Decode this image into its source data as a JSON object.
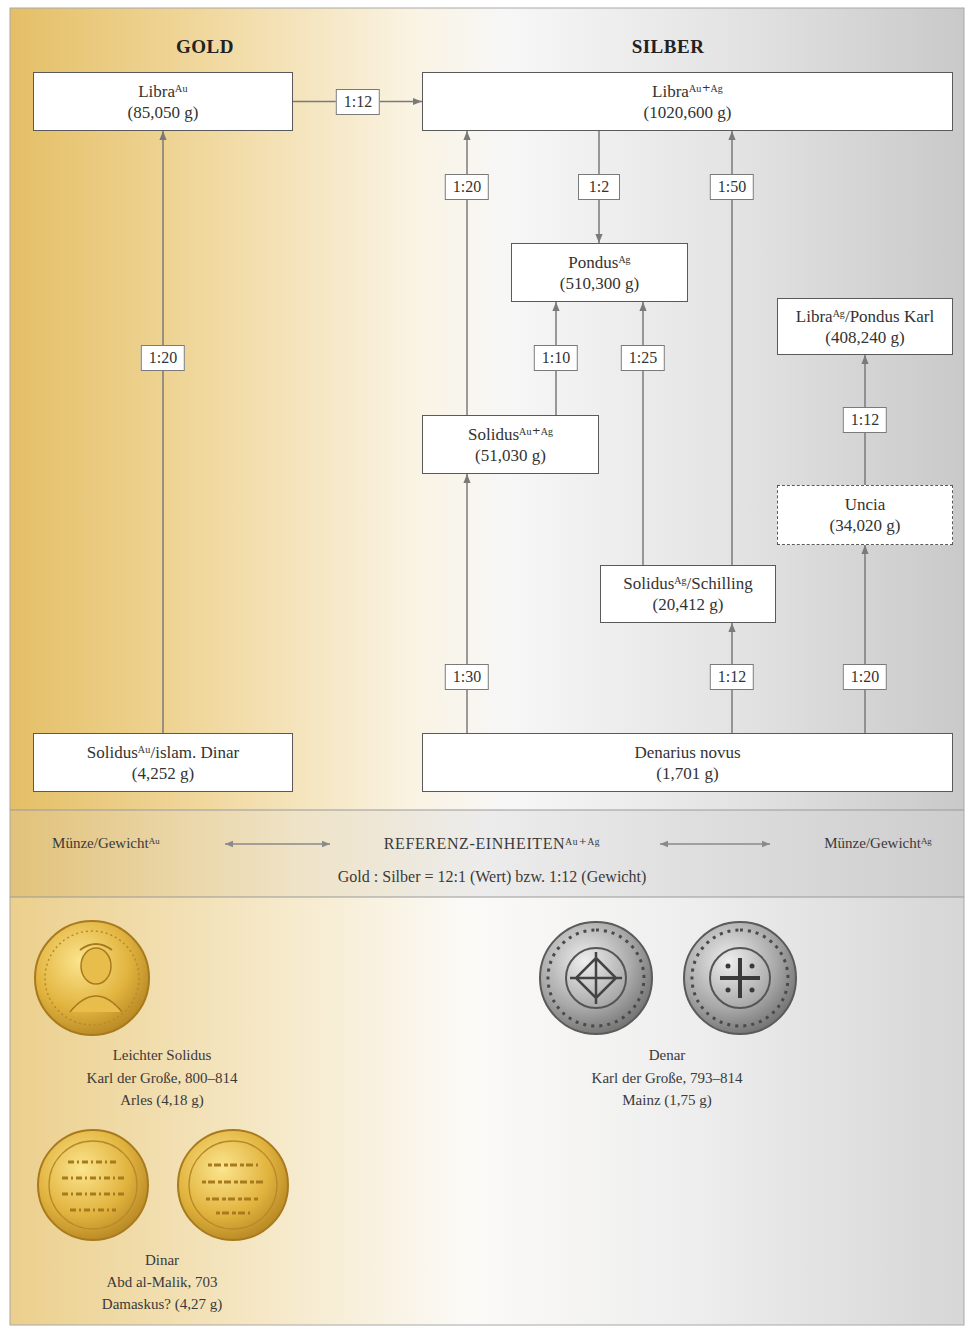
{
  "diagram": {
    "nodes": [
      {
        "text": [
          "Libraᴬᵘ",
          "(85,050 g)"
        ]
      },
      {
        "text": [
          "Libraᴬᵘ⁺ᴬᵍ",
          "(1020,600 g)"
        ]
      },
      {
        "text": [
          "Pondusᴬᵍ",
          "(510,300 g)"
        ]
      },
      {
        "text": [
          "Libraᴬᵍ/Pondus Karl",
          "(408,240 g)"
        ]
      },
      {
        "text": [
          "Solidusᴬᵘ⁺ᴬᵍ",
          "(51,030 g)"
        ]
      },
      {
        "text": [
          "Uncia",
          "(34,020 g)"
        ]
      },
      {
        "text": [
          "Solidusᴬᵍ/Schilling",
          "(20,412 g)"
        ]
      },
      {
        "text": [
          "Solidusᴬᵘ/islam. Dinar",
          "(4,252 g)"
        ]
      },
      {
        "text": [
          "Denarius novus",
          "(1,701 g)"
        ]
      }
    ],
    "edges": [
      {
        "from": 0,
        "to": 1,
        "label": "1:12",
        "arrow": "to"
      },
      {
        "from": 7,
        "to": 0,
        "label": "1:20",
        "arrow": "to"
      },
      {
        "from": 4,
        "to": 1,
        "label": "1:20",
        "arrow": "to"
      },
      {
        "from": 1,
        "to": 2,
        "label": "1:2",
        "arrow": "to"
      },
      {
        "from": 6,
        "to": 1,
        "label": "1:50",
        "arrow": "to"
      },
      {
        "from": 4,
        "to": 2,
        "label": "1:10",
        "arrow": "to"
      },
      {
        "from": 6,
        "to": 2,
        "label": "1:25",
        "arrow": "to"
      },
      {
        "from": 8,
        "to": 4,
        "label": "1:30",
        "arrow": "to"
      },
      {
        "from": 8,
        "to": 6,
        "label": "1:12",
        "arrow": "to"
      },
      {
        "from": 8,
        "to": 5,
        "label": "1:20",
        "arrow": "to"
      },
      {
        "from": 5,
        "to": 3,
        "label": "1:12",
        "arrow": "to"
      }
    ],
    "labels": [
      "GOLD",
      "SILBER",
      "Münze/Gewichtᴬᵘ",
      "REFERENZ-EINHEITENᴬᵘ⁺ᴬᵍ",
      "Münze/Gewichtᴬᵍ",
      "Gold : Silber = 12:1 (Wert) bzw. 1:12 (Gewicht)",
      "Leichter Solidus",
      "Karl der Große, 800–814",
      "Arles (4,18 g)",
      "Dinar",
      "Abd al-Malik, 703",
      "Damaskus? (4,27 g)",
      "Denar",
      "Karl der Große, 793–814",
      "Mainz (1,75 g)"
    ]
  }
}
